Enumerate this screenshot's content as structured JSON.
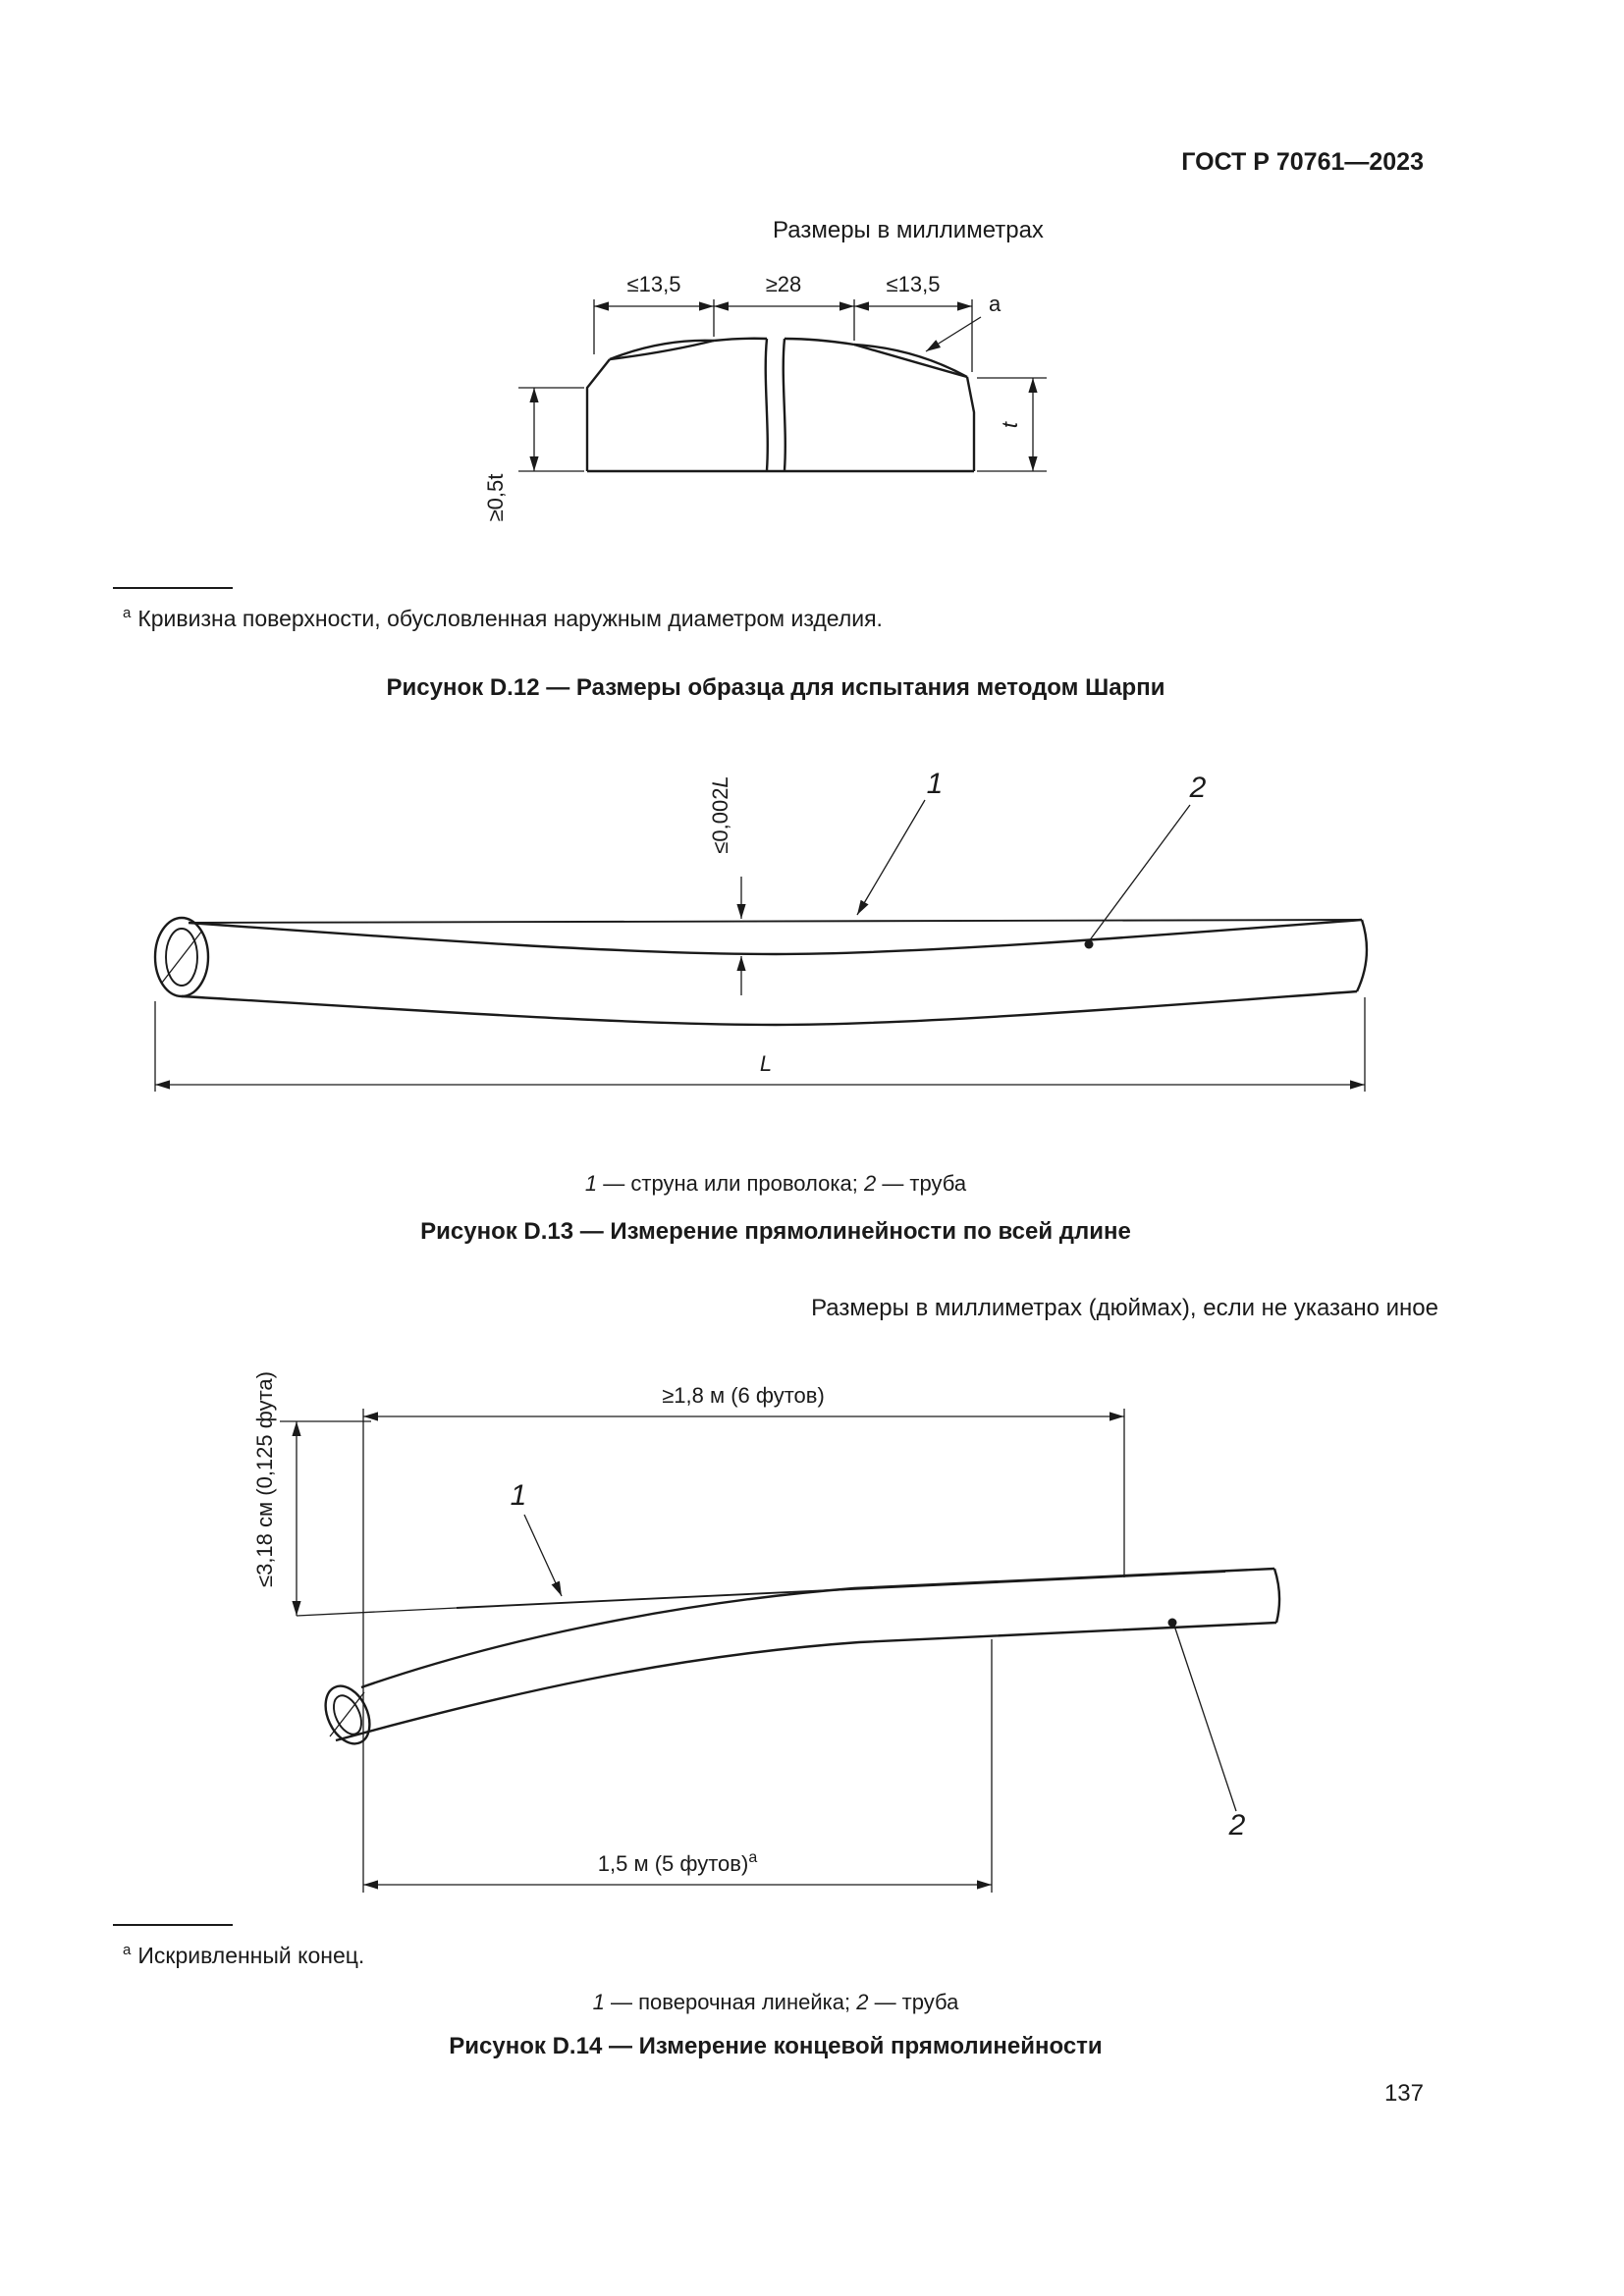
{
  "page": {
    "header": "ГОСТ Р 70761—2023",
    "number": "137"
  },
  "fig12": {
    "units_note": "Размеры в миллиметрах",
    "dim_left": "≤13,5",
    "dim_mid": "≥28",
    "dim_right": "≤13,5",
    "surface_label": "a",
    "thickness_label": "t",
    "min_height_label": "≥0,5t",
    "footnote_marker": "a",
    "footnote_text": "Кривизна поверхности, обусловленная наружным диаметром изделия.",
    "caption": "Рисунок D.12 — Размеры образца для испытания методом Шарпи"
  },
  "fig13": {
    "gap_dim_value": "≤0,002",
    "gap_dim_var": "L",
    "callout_1": "1",
    "callout_2": "2",
    "length_label": "L",
    "legend": {
      "n1": "1",
      "t1": " — струна или проволока; ",
      "n2": "2",
      "t2": " — труба"
    },
    "caption": "Рисунок D.13 — Измерение прямолинейности по всей длине"
  },
  "fig14": {
    "units_note": "Размеры в миллиметрах (дюймах), если не указано иное",
    "offset_dim": "≤3,18 см (0,125 фута)",
    "length_dim": "≥1,8 м (6 футов)",
    "end_dim": "1,5 м (5 футов)",
    "end_dim_sup": "a",
    "callout_1": "1",
    "callout_2": "2",
    "footnote_marker": "a",
    "footnote_text": "Искривленный конец.",
    "legend": {
      "n1": "1",
      "t1": " — поверочная линейка; ",
      "n2": "2",
      "t2": " — труба"
    },
    "caption": "Рисунок D.14 — Измерение концевой прямолинейности"
  }
}
